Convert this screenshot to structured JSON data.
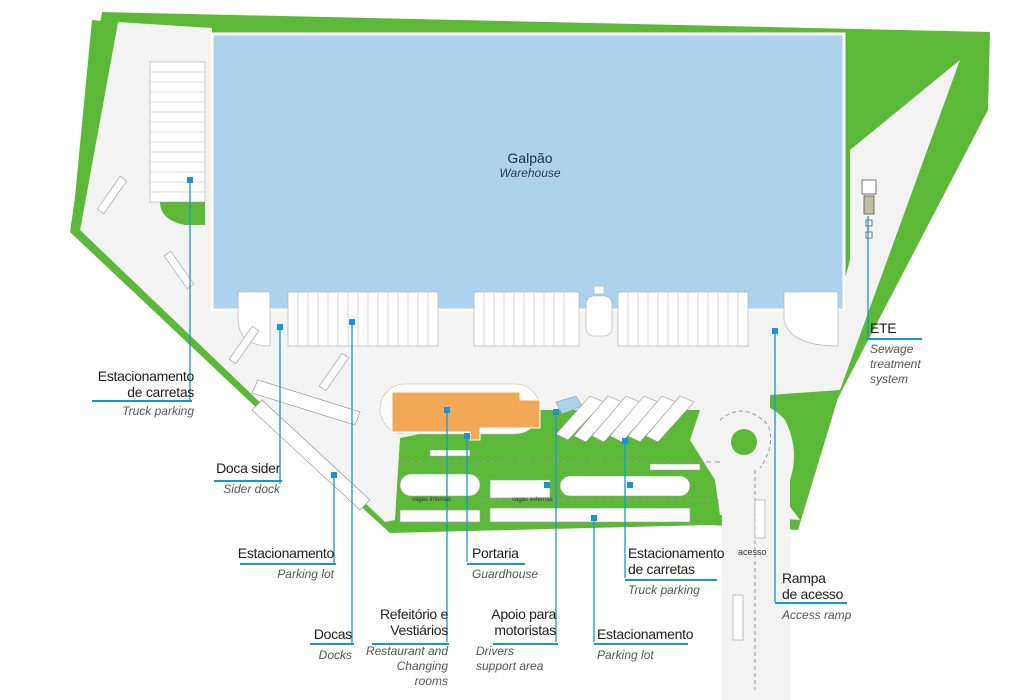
{
  "colors": {
    "green": "#5cb938",
    "warehouse": "#acd2ee",
    "orange": "#f2a855",
    "leader": "#1596d4",
    "pavement": "#f3f3f3"
  },
  "warehouse": {
    "pt": "Galpão",
    "en": "Warehouse"
  },
  "plan_text": {
    "vagas_internas": "vagas internas",
    "vagas_externas": "vagas externas",
    "acesso": "acesso"
  },
  "labels": {
    "truck_parking_left": {
      "pt1": "Estacionamento",
      "pt2": "de carretas",
      "en": "Truck parking"
    },
    "sider_dock": {
      "pt": "Doca sider",
      "en": "Sider dock"
    },
    "parking_left": {
      "pt": "Estacionamento",
      "en": "Parking lot"
    },
    "docks": {
      "pt": "Docas",
      "en": "Docks"
    },
    "restaurant": {
      "pt1": "Refeitório e",
      "pt2": "Vestiários",
      "en1": "Restaurant and",
      "en2": "Changing rooms"
    },
    "guardhouse": {
      "pt": "Portaria",
      "en": "Guardhouse"
    },
    "drivers": {
      "pt1": "Apoio para",
      "pt2": "motoristas",
      "en1": "Drivers",
      "en2": "support area"
    },
    "parking_right": {
      "pt": "Estacionamento",
      "en": "Parking lot"
    },
    "truck_parking_right": {
      "pt1": "Estacionamento",
      "pt2": "de carretas",
      "en": "Truck parking"
    },
    "access_ramp": {
      "pt1": "Rampa",
      "pt2": "de acesso",
      "en": "Access ramp"
    },
    "ete": {
      "pt": "ETE",
      "en1": "Sewage",
      "en2": "treatment",
      "en3": "system"
    }
  }
}
